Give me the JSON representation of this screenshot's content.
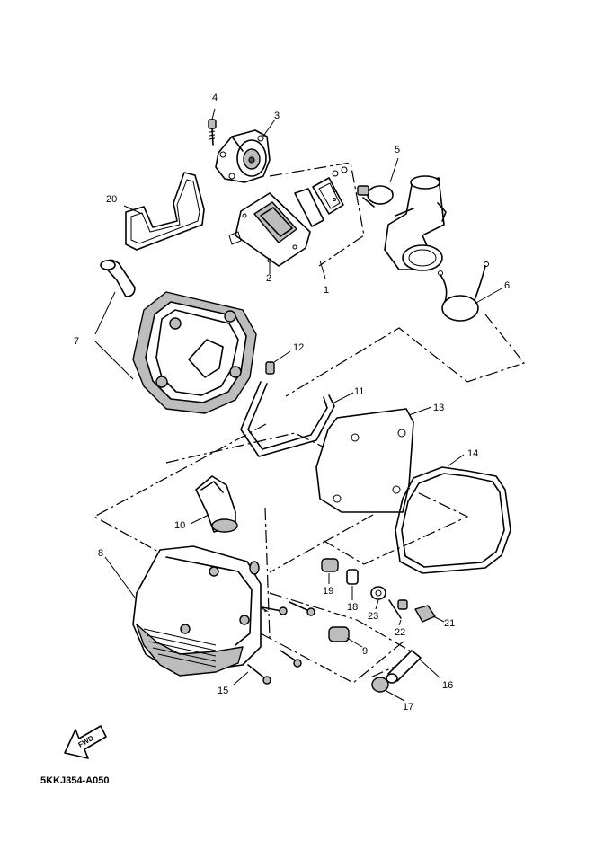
{
  "diagram_code": "5KKJ354-A050",
  "direction_label": "FWD",
  "callouts": [
    {
      "id": "1",
      "text": "1"
    },
    {
      "id": "2",
      "text": "2"
    },
    {
      "id": "3",
      "text": "3"
    },
    {
      "id": "4",
      "text": "4"
    },
    {
      "id": "5",
      "text": "5"
    },
    {
      "id": "6",
      "text": "6"
    },
    {
      "id": "7",
      "text": "7"
    },
    {
      "id": "8",
      "text": "8"
    },
    {
      "id": "9",
      "text": "9"
    },
    {
      "id": "10",
      "text": "10"
    },
    {
      "id": "11",
      "text": "11"
    },
    {
      "id": "12",
      "text": "12"
    },
    {
      "id": "13",
      "text": "13"
    },
    {
      "id": "14",
      "text": "14"
    },
    {
      "id": "15",
      "text": "15"
    },
    {
      "id": "16",
      "text": "16"
    },
    {
      "id": "17",
      "text": "17"
    },
    {
      "id": "18",
      "text": "18"
    },
    {
      "id": "19",
      "text": "19"
    },
    {
      "id": "20",
      "text": "20"
    },
    {
      "id": "21",
      "text": "21"
    },
    {
      "id": "22",
      "text": "22"
    },
    {
      "id": "23",
      "text": "23"
    }
  ]
}
